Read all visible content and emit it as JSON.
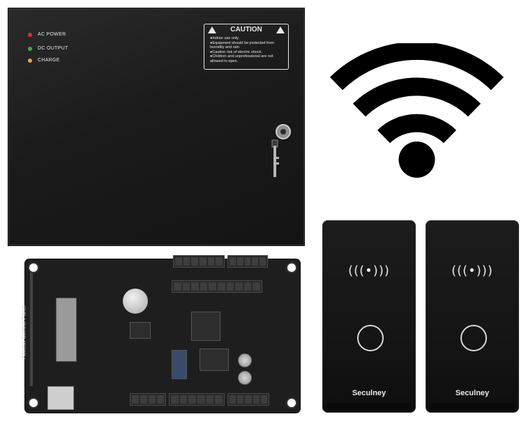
{
  "cabinet": {
    "indicators": [
      {
        "label": "AC POWER",
        "color": "#d9342b"
      },
      {
        "label": "DC OUTPUT",
        "color": "#3fae4b"
      },
      {
        "label": "CHARGE",
        "color": "#e8a33a"
      }
    ],
    "caution": {
      "title": "CAUTION",
      "lines": [
        "Indoor use only.",
        "Equipment should be protected from humidity and rain",
        "Caution risk of electric shock.",
        "Children and unprofessional are not allowed to open."
      ]
    }
  },
  "board": {
    "side_label": "Access Control Panel"
  },
  "readers": [
    {
      "brand": "Seculney",
      "rfid_symbol": "(((•)))"
    },
    {
      "brand": "Seculney",
      "rfid_symbol": "(((•)))"
    }
  ],
  "icons": {
    "wifi": "wifi-icon",
    "key": "key-icon",
    "rfid": "rfid-icon",
    "touch": "fingerprint-touch-icon"
  }
}
